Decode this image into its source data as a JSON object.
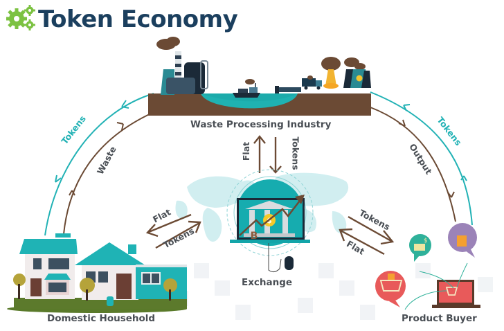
{
  "title": "Token Economy",
  "logo_icon": "gears-icon",
  "colors": {
    "title": "#1b3f5e",
    "logo_green": "#7cc242",
    "tokens_teal": "#22b2b5",
    "goods_brown": "#6b4a34",
    "label_gray": "#4a4f55"
  },
  "nodes": {
    "industry": {
      "label": "Waste Processing Industry",
      "icon": "factory-icon"
    },
    "household": {
      "label": "Domestic Household",
      "icon": "houses-icon"
    },
    "exchange": {
      "label": "Exchange",
      "icon": "bank-laptop-icon"
    },
    "buyer": {
      "label": "Product Buyer",
      "icon": "shopping-laptop-icon"
    }
  },
  "flows": {
    "household_industry_tokens": "Tokens",
    "household_industry_waste": "Waste",
    "industry_buyer_output": "Output",
    "industry_buyer_tokens": "Tokens",
    "industry_exchange_flat": "Flat",
    "industry_exchange_tokens": "Tokens",
    "household_exchange_flat": "Flat",
    "household_exchange_tokens": "Tokens",
    "buyer_exchange_tokens": "Tokens",
    "buyer_exchange_flat": "Flat"
  }
}
